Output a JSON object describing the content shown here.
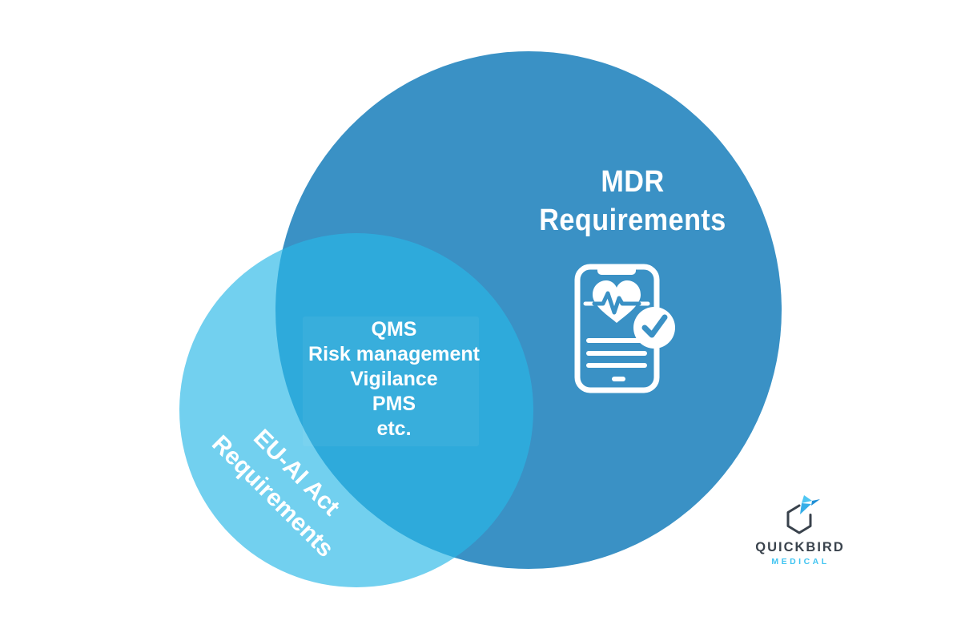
{
  "venn": {
    "large_circle": {
      "label_line1": "MDR",
      "label_line2": "Requirements",
      "color": "#3a91c5"
    },
    "small_circle": {
      "label_line1": "EU-AI Act",
      "label_line2": "Requirements",
      "color": "#70d0ef"
    },
    "overlap": {
      "color": "#29a9dd",
      "items": [
        "QMS",
        "Risk management",
        "Vigilance",
        "PMS",
        "etc."
      ]
    }
  },
  "logo": {
    "name": "QUICKBIRD",
    "subtitle": "MEDICAL",
    "name_color": "#3a434d",
    "subtitle_color": "#41c4f1"
  },
  "colors": {
    "background": "#ffffff",
    "icon_foreground": "#ffffff",
    "icon_accent": "#3a91c5",
    "logo_hexagon": "#39424c",
    "logo_bird_light": "#4fc6f2",
    "logo_bird_dark": "#1f8fd6"
  }
}
